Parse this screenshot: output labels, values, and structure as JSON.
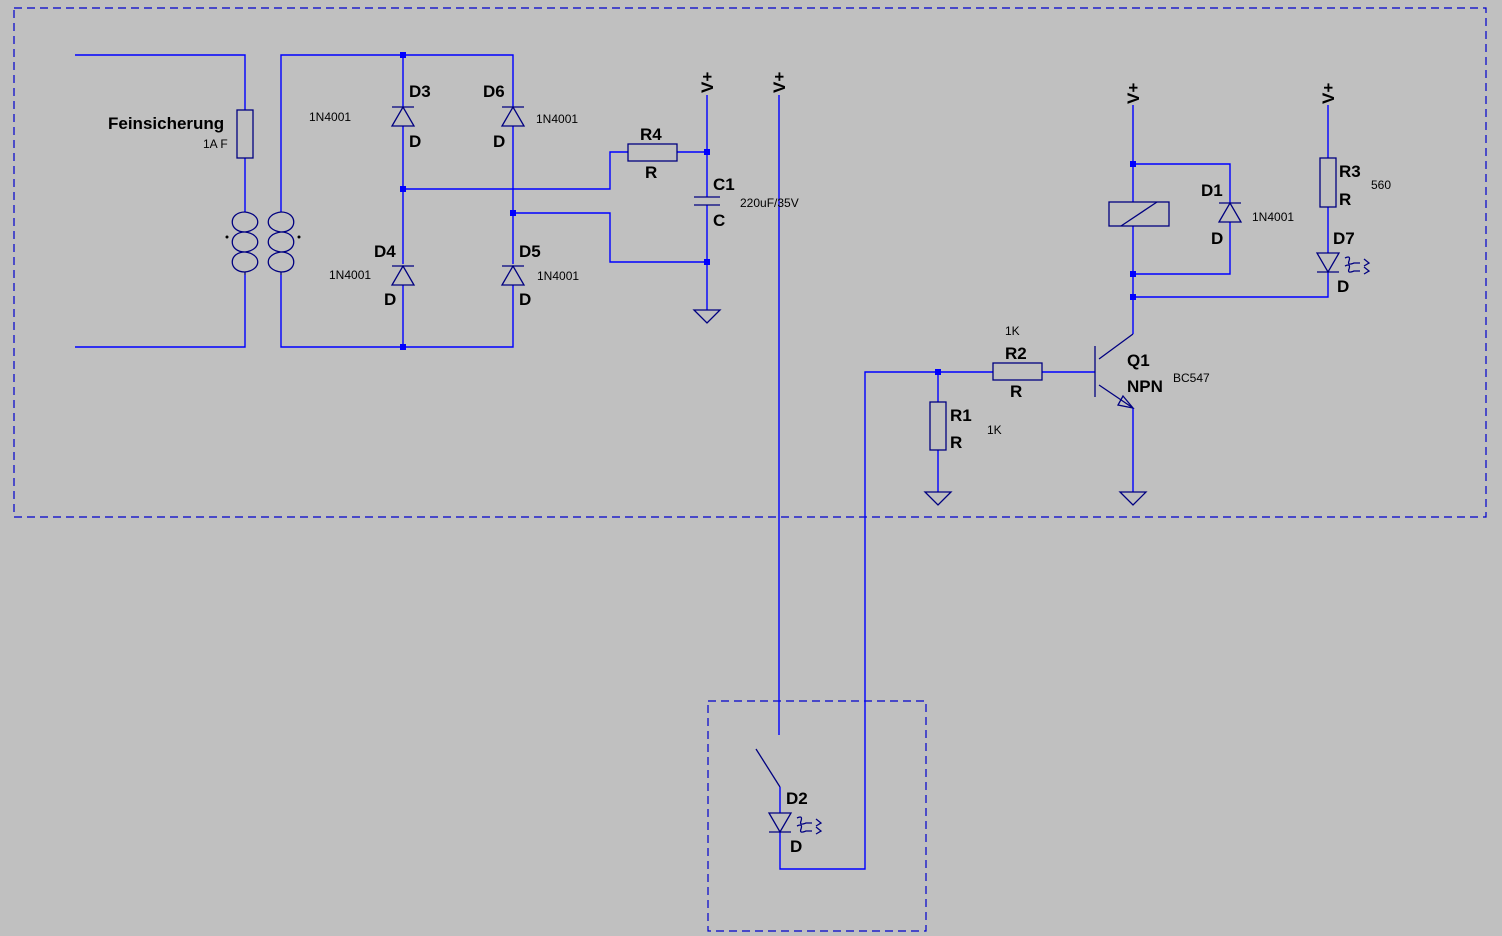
{
  "labels": {
    "fuse_name": "Feinsicherung",
    "fuse_value": "1A F",
    "d3_name": "D3",
    "d3_type": "D",
    "d3_value": "1N4001",
    "d6_name": "D6",
    "d6_type": "D",
    "d6_value": "1N4001",
    "d4_name": "D4",
    "d4_type": "D",
    "d4_value": "1N4001",
    "d5_name": "D5",
    "d5_type": "D",
    "d5_value": "1N4001",
    "r4_name": "R4",
    "r4_type": "R",
    "c1_name": "C1",
    "c1_type": "C",
    "c1_value": "220uF/35V",
    "vplus": "V+",
    "d1_name": "D1",
    "d1_type": "D",
    "d1_value": "1N4001",
    "r3_name": "R3",
    "r3_type": "R",
    "r3_value": "560",
    "d7_name": "D7",
    "d7_type": "D",
    "r2_name": "R2",
    "r2_type": "R",
    "r2_value": "1K",
    "q1_name": "Q1",
    "q1_type": "NPN",
    "q1_value": "BC547",
    "r1_name": "R1",
    "r1_type": "R",
    "r1_value": "1K",
    "d2_name": "D2",
    "d2_type": "D"
  },
  "colors": {
    "background": "#c0c0c0",
    "wire": "#0000ff",
    "symbol": "#000080",
    "text": "#000000"
  }
}
